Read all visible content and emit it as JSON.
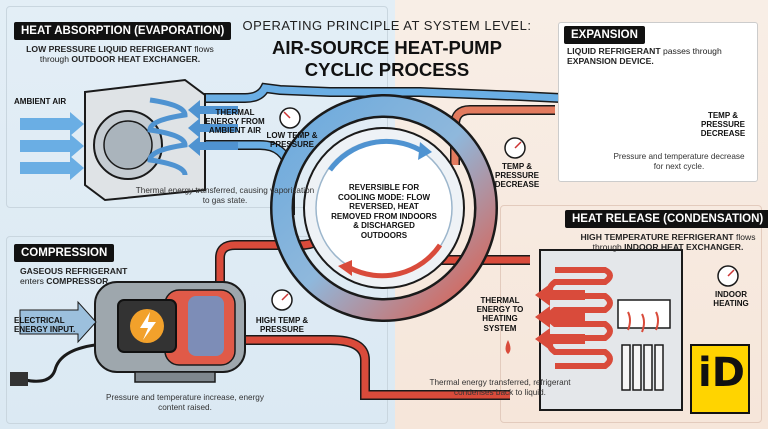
{
  "title": {
    "top": "OPERATING PRINCIPLE AT SYSTEM LEVEL:",
    "main_line1": "AIR-SOURCE HEAT-PUMP",
    "main_line2": "CYCLIC PROCESS"
  },
  "absorption": {
    "tag": "HEAT ABSORPTION (EVAPORATION)",
    "desc_bold1": "LOW PRESSURE LIQUID REFRIGERANT",
    "desc_mid": " flows through ",
    "desc_bold2": "OUTDOOR HEAT EXCHANGER.",
    "ambient_air": "AMBIENT AIR",
    "thermal_energy": "THERMAL ENERGY FROM AMBIENT AIR",
    "low_temp": "LOW TEMP & PRESSURE",
    "caption": "Thermal energy transferred, causing vaporization to gas state."
  },
  "expansion": {
    "tag": "EXPANSION",
    "desc_bold1": "LIQUID REFRIGERANT",
    "desc_mid": " passes through ",
    "desc_bold2": "EXPANSION DEVICE.",
    "temp_pressure": "TEMP & PRESSURE DECREASE",
    "caption": "Pressure and temperature decrease for next cycle."
  },
  "cycle": {
    "temp_decrease": "TEMP & PRESSURE DECREASE",
    "center": "REVERSIBLE FOR COOLING MODE: FLOW REVERSED, HEAT REMOVED FROM INDOORS & DISCHARGED OUTDOORS"
  },
  "compression": {
    "tag": "COMPRESSION",
    "desc_bold": "GASEOUS REFRIGERANT",
    "desc_mid": " enters ",
    "desc_bold2": "COMPRESSOR.",
    "electrical": "ELECTRICAL ENERGY INPUT.",
    "high_temp": "HIGH TEMP & PRESSURE",
    "caption": "Pressure and temperature increase, energy content raised."
  },
  "release": {
    "tag": "HEAT RELEASE (CONDENSATION)",
    "desc_bold1": "HIGH TEMPERATURE REFRIGERANT",
    "desc_mid": " flows through ",
    "desc_bold2": "INDOOR HEAT EXCHANGER.",
    "thermal_heating": "THERMAL ENERGY TO HEATING SYSTEM",
    "indoor_heating": "INDOOR HEATING",
    "caption": "Thermal energy transferred, refrigerant condenses back to liquid."
  },
  "logo": {
    "text": "iD"
  },
  "colors": {
    "cold": "#4f93d1",
    "hot": "#de4b3c",
    "outline": "#1a1a1a"
  }
}
